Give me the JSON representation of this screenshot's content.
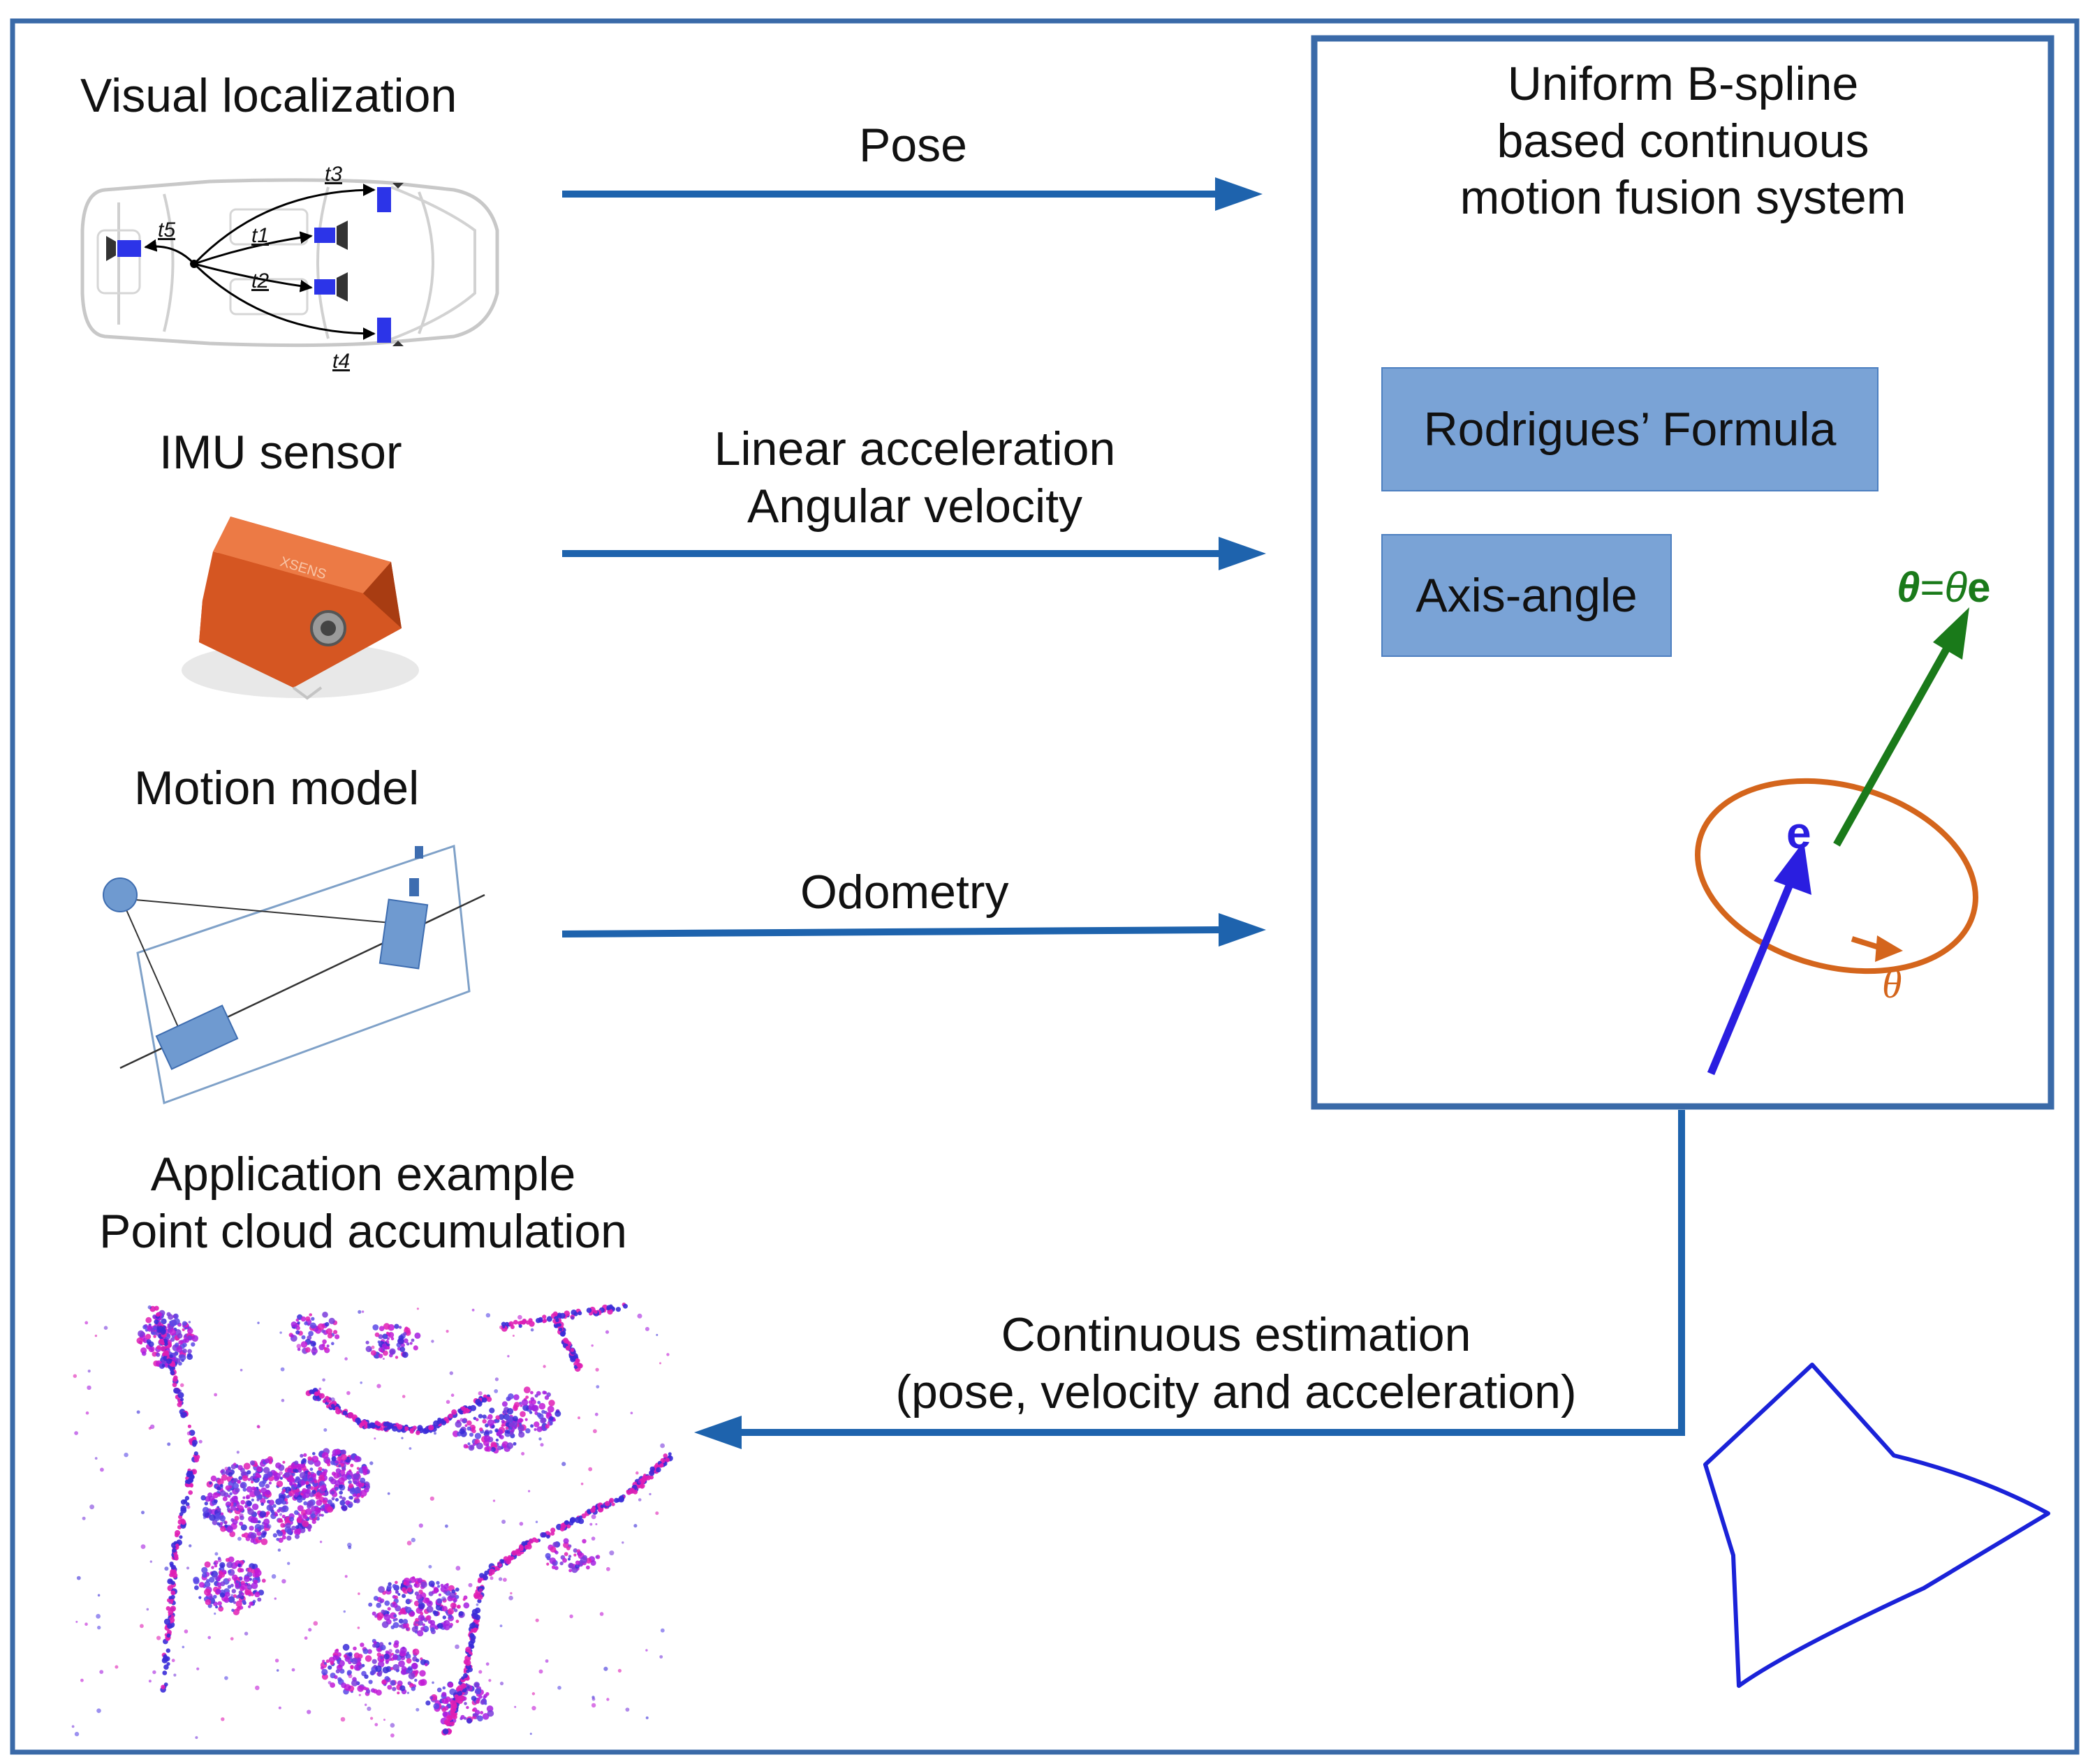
{
  "sensors": {
    "visual": {
      "title": "Visual localization",
      "t1": "t1",
      "t2": "t2",
      "t3": "t3",
      "t4": "t4",
      "t5": "t5"
    },
    "imu": {
      "title": "IMU sensor",
      "brand": "XSENS"
    },
    "motion": {
      "title": "Motion model"
    }
  },
  "arrows": {
    "pose": "Pose",
    "imu_line1": "Linear acceleration",
    "imu_line2": "Angular velocity",
    "odometry": "Odometry",
    "output_line1": "Continuous estimation",
    "output_line2": "(pose, velocity and acceleration)"
  },
  "fusion_system": {
    "title_line1": "Uniform B-spline",
    "title_line2": "based continuous",
    "title_line3": "motion fusion system",
    "rodrigues": "Rodrigues’ Formula",
    "axis_angle": "Axis-angle",
    "formula_bold_theta": "θ",
    "formula_eq": "=",
    "formula_theta": "θ",
    "formula_e": "e",
    "vector_e": "e",
    "rotation_theta": "θ"
  },
  "application": {
    "title_line1": "Application example",
    "title_line2": "Point cloud accumulation"
  },
  "colors": {
    "frame": "#3a6aa8",
    "arrow": "#1e63ad",
    "box_fill": "#7aa3d6",
    "axis_green": "#1a7a1a",
    "orbit_orange": "#d4651c",
    "vector_blue": "#2a1ee0",
    "trajectory": "#1a22d8",
    "imu_orange": "#e0622a"
  }
}
